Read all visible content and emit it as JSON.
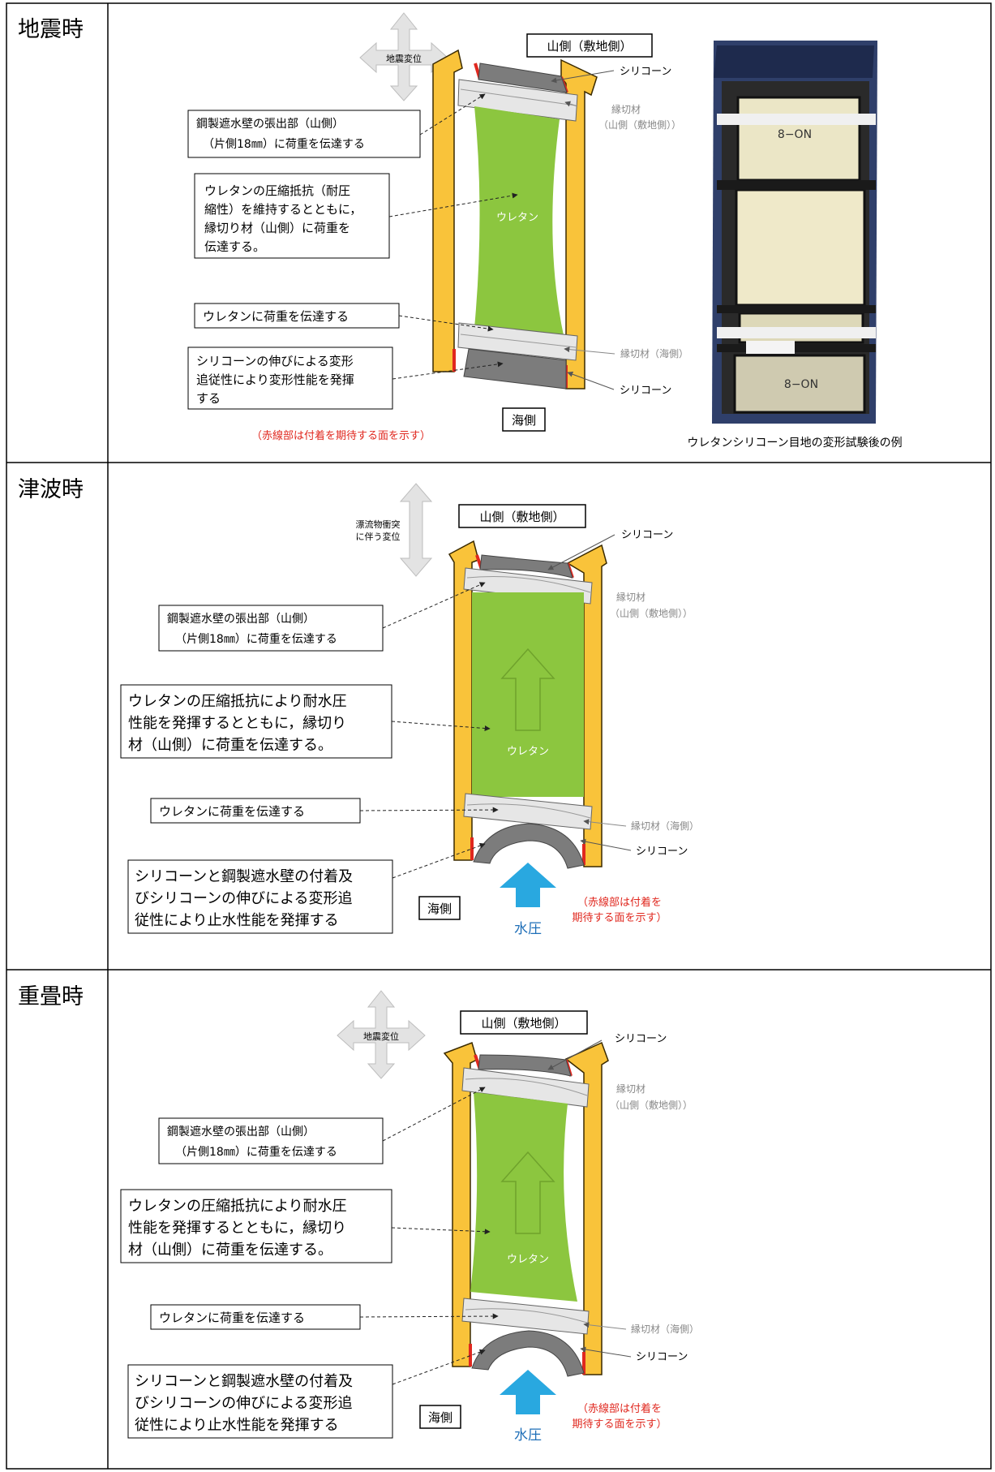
{
  "rows": [
    {
      "label": "地震時",
      "direction": "地震変位",
      "mountain_side": "山側（敷地側）",
      "sea_side": "海側",
      "silicone_top": "シリコーン",
      "silicone_bottom": "シリコーン",
      "edge_top_1": "縁切材",
      "edge_top_2": "（山側（敷地側））",
      "edge_bottom": "縁切材（海側）",
      "urethane": "ウレタン",
      "notes": {
        "steel": [
          "鋼製遮水壁の張出部（山側）",
          "（片側18㎜）に荷重を伝達する"
        ],
        "urethane": [
          "ウレタンの圧縮抵抗（耐圧",
          "縮性）を維持するとともに，",
          "縁切り材（山側）に荷重を",
          "伝達する。"
        ],
        "to_urethane": [
          "ウレタンに荷重を伝達する"
        ],
        "silicone": [
          "シリコーンの伸びによる変形",
          "追従性により変形性能を発揮",
          "する"
        ]
      },
      "red_note": "（赤線部は付着を期待する面を示す）",
      "photo_caption": "ウレタンシリコーン目地の変形試験後の例",
      "photo_labels": [
        "8−ON",
        "8−ON"
      ]
    },
    {
      "label": "津波時",
      "direction": [
        "漂流物衝突",
        "に伴う変位"
      ],
      "mountain_side": "山側（敷地側）",
      "sea_side": "海側",
      "silicone_top": "シリコーン",
      "silicone_bottom": "シリコーン",
      "edge_top_1": "縁切材",
      "edge_top_2": "（山側（敷地側））",
      "edge_bottom": "縁切材（海側）",
      "urethane": "ウレタン",
      "water": "水圧",
      "notes": {
        "steel": [
          "鋼製遮水壁の張出部（山側）",
          "（片側18㎜）に荷重を伝達する"
        ],
        "urethane": [
          "ウレタンの圧縮抵抗により耐水圧",
          "性能を発揮するとともに，縁切り",
          "材（山側）に荷重を伝達する。"
        ],
        "to_urethane": [
          "ウレタンに荷重を伝達する"
        ],
        "silicone": [
          "シリコーンと鋼製遮水壁の付着及",
          "びシリコーンの伸びによる変形追",
          "従性により止水性能を発揮する"
        ]
      },
      "red_note": [
        "（赤線部は付着を",
        "期待する面を示す）"
      ]
    },
    {
      "label": "重畳時",
      "direction": "地震変位",
      "mountain_side": "山側（敷地側）",
      "sea_side": "海側",
      "silicone_top": "シリコーン",
      "silicone_bottom": "シリコーン",
      "edge_top_1": "縁切材",
      "edge_top_2": "（山側（敷地側））",
      "edge_bottom": "縁切材（海側）",
      "urethane": "ウレタン",
      "water": "水圧",
      "notes": {
        "steel": [
          "鋼製遮水壁の張出部（山側）",
          "（片側18㎜）に荷重を伝達する"
        ],
        "urethane": [
          "ウレタンの圧縮抵抗により耐水圧",
          "性能を発揮するとともに，縁切り",
          "材（山側）に荷重を伝達する。"
        ],
        "to_urethane": [
          "ウレタンに荷重を伝達する"
        ],
        "silicone": [
          "シリコーンと鋼製遮水壁の付着及",
          "びシリコーンの伸びによる変形追",
          "従性により止水性能を発揮する"
        ]
      },
      "red_note": [
        "（赤線部は付着を",
        "期待する面を示す）"
      ]
    }
  ],
  "colors": {
    "urethane": "#8cc63f",
    "wall": "#f9c33a",
    "wall_stroke": "#3a2a00",
    "silicone": "#7c7c7c",
    "edge_material": "#e6e6e6",
    "adhesion": "#e0281f",
    "water": "#29a8e0",
    "gray_text": "#888888",
    "red_text": "#e0281f"
  }
}
